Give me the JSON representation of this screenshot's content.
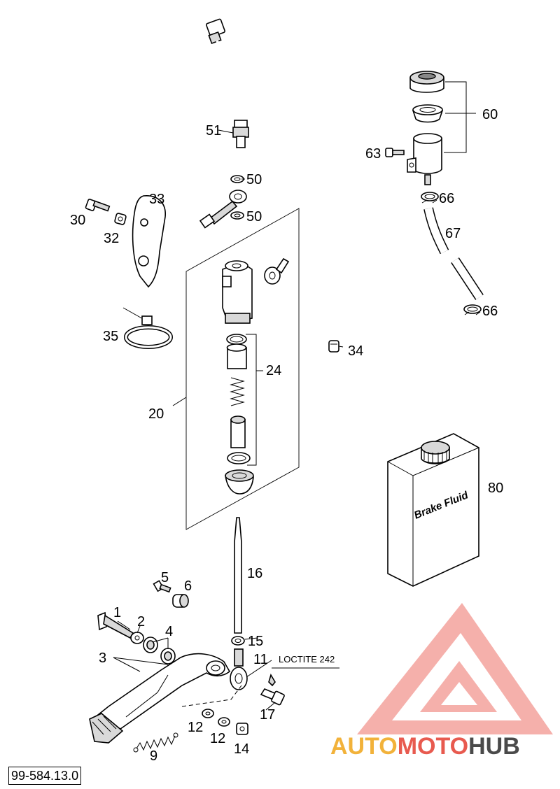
{
  "diagram": {
    "callouts": {
      "c1": "1",
      "c2": "2",
      "c3": "3",
      "c4": "4",
      "c5": "5",
      "c6": "6",
      "c9": "9",
      "c11": "11",
      "c12a": "12",
      "c12b": "12",
      "c14": "14",
      "c15": "15",
      "c16": "16",
      "c17": "17",
      "c20": "20",
      "c24": "24",
      "c30": "30",
      "c32": "32",
      "c33": "33",
      "c34": "34",
      "c35": "35",
      "c50a": "50",
      "c50b": "50",
      "c51": "51",
      "c60": "60",
      "c63": "63",
      "c66a": "66",
      "c66b": "66",
      "c67": "67",
      "c80": "80"
    },
    "loctite_note": "LOCTITE 242",
    "can_label": "Brake Fluid",
    "drawing_number": "99-584.13.0"
  },
  "watermark": {
    "part1": "AUTO",
    "part2": "MOTO",
    "part3": "HUB",
    "colors": {
      "auto": "#f2b23a",
      "moto": "#e85a4f",
      "hub": "#4a4a4a",
      "triangle": "#ee8a84"
    }
  }
}
